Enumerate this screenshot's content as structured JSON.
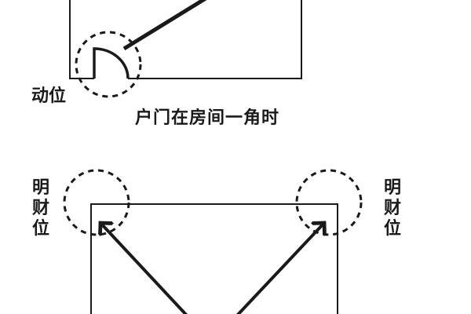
{
  "diagram_top": {
    "label_dynamic": "动位",
    "caption": "户门在房间一角时"
  },
  "diagram_bottom": {
    "label_left": "明财位",
    "label_right": "明财位"
  },
  "colors": {
    "stroke": "#1a1a1a",
    "background": "#ffffff"
  }
}
